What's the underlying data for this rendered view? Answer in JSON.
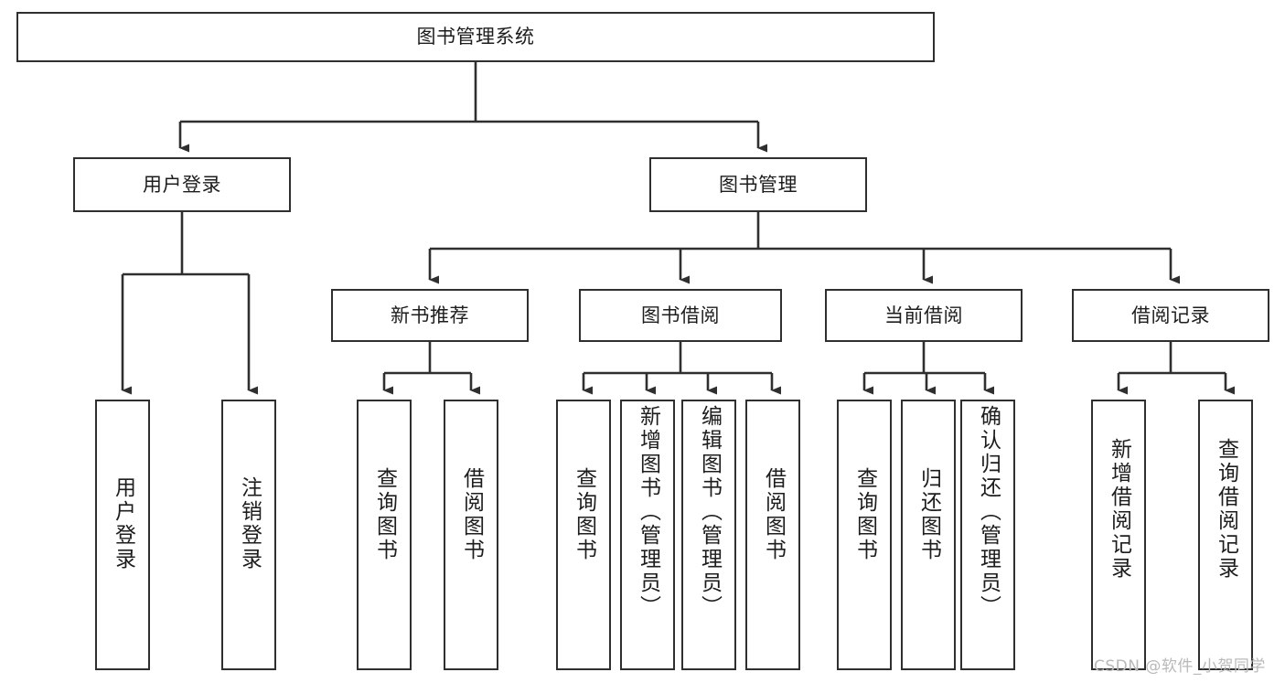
{
  "diagram": {
    "title": "图书管理系统",
    "type": "hierarchy-tree",
    "watermark": "CSDN @软件_小贺同学",
    "colors": {
      "box_border": "#2f2f2f",
      "box_fill": "#ffffff",
      "connector": "#2f2f2f",
      "text": "#1d1d1d",
      "watermark": "#b9b9b9"
    },
    "nodes": {
      "root": {
        "label": "图书管理系统",
        "level": 0,
        "orientation": "horizontal"
      },
      "l1": [
        {
          "id": "user-login",
          "label": "用户登录",
          "orientation": "horizontal"
        },
        {
          "id": "book-management",
          "label": "图书管理",
          "orientation": "horizontal"
        }
      ],
      "l2": [
        {
          "id": "new-book-recommend",
          "label": "新书推荐",
          "orientation": "horizontal"
        },
        {
          "id": "book-borrow",
          "label": "图书借阅",
          "orientation": "horizontal"
        },
        {
          "id": "current-borrow",
          "label": "当前借阅",
          "orientation": "horizontal"
        },
        {
          "id": "borrow-record",
          "label": "借阅记录",
          "orientation": "horizontal"
        }
      ],
      "leaves": [
        {
          "id": "leaf-user-login",
          "label": "用户登录",
          "parent": "user-login",
          "orientation": "vertical"
        },
        {
          "id": "leaf-logout-login",
          "label": "注销登录",
          "parent": "user-login",
          "orientation": "vertical"
        },
        {
          "id": "leaf-query-book-1",
          "label": "查询图书",
          "parent": "new-book-recommend",
          "orientation": "vertical"
        },
        {
          "id": "leaf-borrow-book-1",
          "label": "借阅图书",
          "parent": "new-book-recommend",
          "orientation": "vertical"
        },
        {
          "id": "leaf-query-book-2",
          "label": "查询图书",
          "parent": "book-borrow",
          "orientation": "vertical"
        },
        {
          "id": "leaf-add-book",
          "label": "新增图书（管理员）",
          "parent": "book-borrow",
          "orientation": "vertical"
        },
        {
          "id": "leaf-edit-book",
          "label": "编辑图书（管理员）",
          "parent": "book-borrow",
          "orientation": "vertical"
        },
        {
          "id": "leaf-borrow-book-2",
          "label": "借阅图书",
          "parent": "book-borrow",
          "orientation": "vertical"
        },
        {
          "id": "leaf-query-book-3",
          "label": "查询图书",
          "parent": "current-borrow",
          "orientation": "vertical"
        },
        {
          "id": "leaf-return-book",
          "label": "归还图书",
          "parent": "current-borrow",
          "orientation": "vertical"
        },
        {
          "id": "leaf-confirm-return",
          "label": "确认归还（管理员）",
          "parent": "current-borrow",
          "orientation": "vertical"
        },
        {
          "id": "leaf-add-record",
          "label": "新增借阅记录",
          "parent": "borrow-record",
          "orientation": "vertical"
        },
        {
          "id": "leaf-query-record",
          "label": "查询借阅记录",
          "parent": "borrow-record",
          "orientation": "vertical"
        }
      ]
    }
  }
}
